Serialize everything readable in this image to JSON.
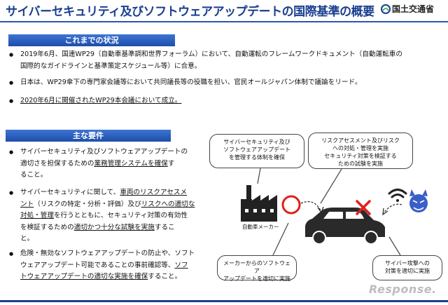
{
  "header": {
    "title": "サイバーセキュリティ及びソフトウェアアップデートの国際基準の概要",
    "ministry": "国土交通省"
  },
  "section1": {
    "heading": "これまでの状況",
    "bullets": [
      {
        "line1": "2019年6月、国連WP29（自動車基準調和世界フォーラム）において、自動運転のフレームワークドキュメント（自動運転車の",
        "line2": "国際的なガイドラインと基準策定スケジュール等）に合意。"
      },
      {
        "line1": "日本は、WP29傘下の専門家会議等において共同議長等の役職を担い、官民オールジャパン体制で議論をリード。"
      },
      {
        "line1": "2020年6月に開催されたWP29本会議において成立。"
      }
    ]
  },
  "section2": {
    "heading": "主な要件",
    "bullet1": {
      "l1": "サイバーセキュリティ及びソフトウェアアップデートの",
      "l2a": "適切さを担保するための",
      "l2u": "業務管理システムを確保",
      "l2b": "す",
      "l3": "ること。"
    },
    "bullet2": {
      "l1a": "サイバーセキュリティに関して、",
      "l1u": "車両のリスクアセスメ",
      "l2u1": "ント",
      "l2b": "（リスクの特定・分析・評価）及び",
      "l2u2": "リスクへの適切な",
      "l3u": "対処・管理",
      "l3b": "を行うとともに、セキュリティ対策の有効性",
      "l4a": "を検証するための",
      "l4u": "適切かつ十分な試験を実施",
      "l4b": "するこ",
      "l5": "と。"
    },
    "bullet3": {
      "l1": "危険・無効なソフトウェアアップデートの防止や、ソフト",
      "l2a": "ウェアアップデート可能であることの事前確認等、",
      "l2u": "ソフ",
      "l3u": "トウェアアップデートの適切な実施を確保",
      "l3b": "すること。"
    }
  },
  "diagram": {
    "callout_mgmt": {
      "l1": "サイバーセキュリティ及び",
      "l2": "ソフトウェアアップデート",
      "l3": "を管理する体制を確保"
    },
    "callout_risk": {
      "l1": "リスクアセスメント及びリスク",
      "l2": "への対処・管理を実施",
      "l3": "セキュリティ対策を検証する",
      "l4": "ための試験を実施"
    },
    "callout_update": {
      "l1": "メーカーからのソフトウェア",
      "l2": "アップデートを適切に実施"
    },
    "callout_attack": {
      "l1": "サイバー攻撃への",
      "l2": "対策を適切に実施"
    },
    "maker_label": "自動車メーカー",
    "colors": {
      "ok": "#e0201b",
      "ng": "#e0201b",
      "devil": "#3a5ec8",
      "dark": "#222222"
    }
  },
  "footer": {
    "watermark": "Response."
  }
}
